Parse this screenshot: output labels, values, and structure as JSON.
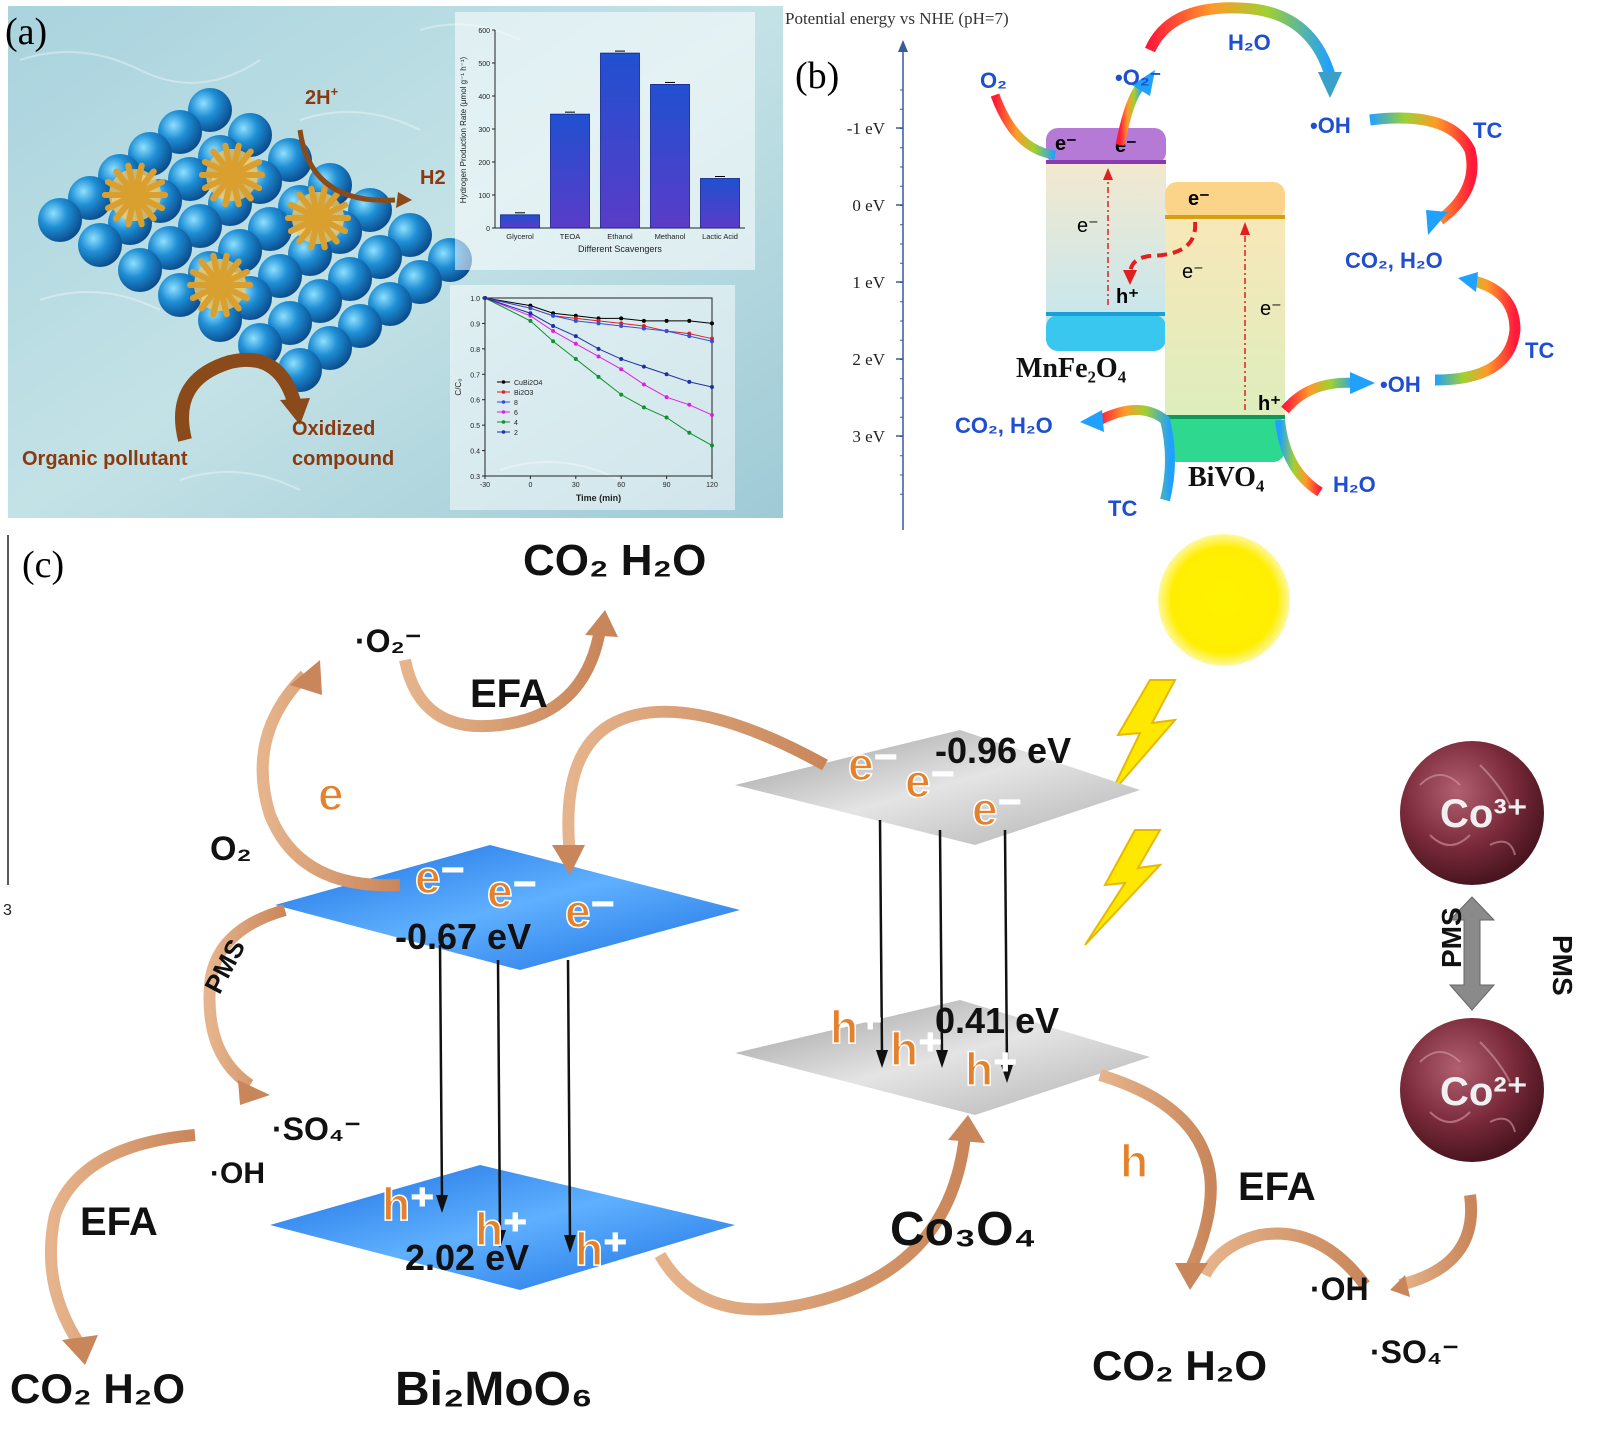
{
  "panel_a": {
    "label": "(a)",
    "hplus": "2H",
    "hplus_sup": "+",
    "h2": "H2",
    "organic_pollutant": "Organic pollutant",
    "oxidized_1": "Oxidized",
    "oxidized_2": "compound",
    "bar_chart": {
      "type": "bar",
      "categories": [
        "Glycerol",
        "TEOA",
        "Ethanol",
        "Methanol",
        "Lactic Acid"
      ],
      "values": [
        40,
        345,
        530,
        435,
        150
      ],
      "ylim": [
        0,
        600
      ],
      "yticks": [
        "0",
        "100",
        "200",
        "300",
        "400",
        "500",
        "600"
      ],
      "ylabel": "Hydrogen Production Rate (μmol g⁻¹ h⁻¹)",
      "xlabel": "Different Scavengers"
    },
    "line_chart": {
      "type": "line",
      "x": [
        -30,
        0,
        15,
        30,
        45,
        60,
        75,
        90,
        105,
        120
      ],
      "xticks": [
        "-30",
        "0",
        "30",
        "60",
        "90",
        "120"
      ],
      "yticks": [
        "0.3",
        "0.4",
        "0.5",
        "0.6",
        "0.7",
        "0.8",
        "0.9",
        "1.0"
      ],
      "ylim": [
        0.3,
        1.0
      ],
      "xlabel": "Time (min)",
      "ylabel": "C/C₀",
      "series": [
        {
          "name": "CuBi2O4",
          "color": "#000000",
          "values": [
            1.0,
            0.97,
            0.94,
            0.93,
            0.92,
            0.92,
            0.91,
            0.91,
            0.91,
            0.9
          ]
        },
        {
          "name": "Bi2O3",
          "color": "#e02020",
          "values": [
            1.0,
            0.96,
            0.93,
            0.92,
            0.91,
            0.9,
            0.89,
            0.87,
            0.86,
            0.84
          ]
        },
        {
          "name": "8",
          "color": "#3050e0",
          "values": [
            1.0,
            0.96,
            0.93,
            0.91,
            0.9,
            0.89,
            0.88,
            0.87,
            0.85,
            0.83
          ]
        },
        {
          "name": "6",
          "color": "#e020e0",
          "values": [
            1.0,
            0.93,
            0.87,
            0.82,
            0.77,
            0.72,
            0.66,
            0.61,
            0.58,
            0.54
          ]
        },
        {
          "name": "4",
          "color": "#109030",
          "values": [
            1.0,
            0.91,
            0.83,
            0.76,
            0.69,
            0.62,
            0.57,
            0.53,
            0.47,
            0.42
          ]
        },
        {
          "name": "2",
          "color": "#2030a0",
          "values": [
            1.0,
            0.94,
            0.89,
            0.85,
            0.8,
            0.76,
            0.73,
            0.7,
            0.67,
            0.65
          ]
        }
      ]
    }
  },
  "panel_b": {
    "label": "(b)",
    "axis_title": "Potential energy vs NHE (pH=7)",
    "ticks": [
      "-1 eV",
      "0 eV",
      "1 eV",
      "2 eV",
      "3 eV"
    ],
    "mnfe2o4": "MnFe₂O₄",
    "bivo4": "BiVO₄",
    "o2": "O₂",
    "o2_radical": "•O₂⁻",
    "h2o_top": "H₂O",
    "oh_top": "•OH",
    "tc_top": "TC",
    "co2h2o_right": "CO₂, H₂O",
    "tc_right": "TC",
    "oh_right": "•OH",
    "co2h2o_left": "CO₂, H₂O",
    "tc_bottom": "TC",
    "h2o_bottom": "H₂O",
    "e_minus": "e⁻",
    "h_plus": "h⁺"
  },
  "panel_c": {
    "label": "(c)",
    "co2h2o_top": "CO₂ H₂O",
    "o2_radical": "·O₂⁻",
    "efa_top": "EFA",
    "e_minus": "e⁻",
    "o2": "O₂",
    "pms_left": "PMS",
    "so4_left": "·SO₄⁻",
    "oh_left": "·OH",
    "efa_left": "EFA",
    "co2h2o_bottom_left": "CO₂ H₂O",
    "bi_cb": "-0.67 eV",
    "bi_vb": "2.02 eV",
    "bi2moo6": "Bi₂MoO₆",
    "co_cb": "-0.96 eV",
    "co_vb": "0.41 eV",
    "co3o4": "Co₃O₄",
    "h_plus": "h⁺",
    "efa_right": "EFA",
    "oh_right": "·OH",
    "so4_right": "·SO₄⁻",
    "co2h2o_bottom_right": "CO₂ H₂O",
    "co3": "Co³⁺",
    "co2": "Co²⁺",
    "pms_a": "PMS",
    "pms_b": "PMS",
    "left_tick": "3"
  }
}
